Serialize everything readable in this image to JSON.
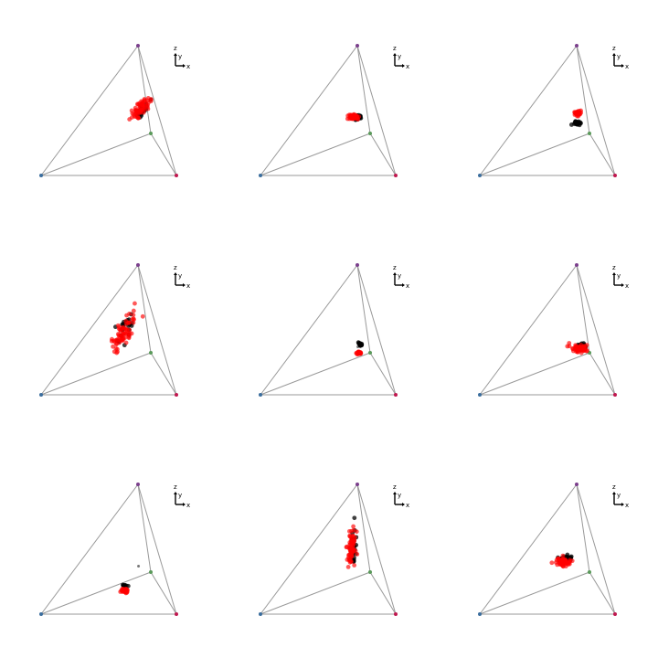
{
  "chart_data": {
    "type": "scatter",
    "layout": {
      "rows": 3,
      "cols": 3
    },
    "triad_labels": {
      "z": "z",
      "y": "y",
      "x": "x"
    },
    "vertex_colors": {
      "left": "#3b6e9e",
      "top": "#7b3f8c",
      "right": "#c0184f",
      "inner": "#5a9a5a"
    },
    "edge_color": "#999999",
    "series_colors": {
      "red": "#ff0000",
      "black": "#000000"
    },
    "panels": [
      {
        "red": {
          "center": [
            0.74,
            0.48
          ],
          "spread": [
            0.02,
            0.1
          ],
          "tilt": 0.7,
          "count": 60
        },
        "black": {
          "center": [
            0.75,
            0.5
          ],
          "spread": [
            0.015,
            0.08
          ],
          "tilt": 0.7,
          "count": 20
        },
        "grey_dot": [
          0.72,
          0.5
        ]
      },
      {
        "red": {
          "center": [
            0.69,
            0.55
          ],
          "spread": [
            0.02,
            0.025
          ],
          "tilt": 0.0,
          "count": 50
        },
        "black": {
          "center": [
            0.72,
            0.55
          ],
          "spread": [
            0.015,
            0.02
          ],
          "tilt": 0.0,
          "count": 30
        }
      },
      {
        "red": {
          "center": [
            0.72,
            0.52
          ],
          "spread": [
            0.01,
            0.02
          ],
          "tilt": 0.0,
          "count": 40
        },
        "black": {
          "center": [
            0.72,
            0.6
          ],
          "spread": [
            0.012,
            0.015
          ],
          "tilt": 0.0,
          "count": 30
        }
      },
      {
        "red": {
          "center": [
            0.61,
            0.52
          ],
          "spread": [
            0.03,
            0.14
          ],
          "tilt": 0.5,
          "count": 70
        },
        "black": {
          "center": [
            0.62,
            0.5
          ],
          "spread": [
            0.025,
            0.12
          ],
          "tilt": 0.5,
          "count": 25
        }
      },
      {
        "red": {
          "center": [
            0.73,
            0.68
          ],
          "spread": [
            0.01,
            0.02
          ],
          "tilt": 0.0,
          "count": 25
        },
        "black": {
          "center": [
            0.74,
            0.61
          ],
          "spread": [
            0.008,
            0.015
          ],
          "tilt": 0.0,
          "count": 15
        },
        "grey_dot": [
          0.72,
          0.63
        ]
      },
      {
        "red": {
          "center": [
            0.74,
            0.64
          ],
          "spread": [
            0.035,
            0.03
          ],
          "tilt": 0.0,
          "count": 55
        },
        "black": {
          "center": [
            0.75,
            0.62
          ],
          "spread": [
            0.02,
            0.02
          ],
          "tilt": 0.0,
          "count": 30
        }
      },
      {
        "red": {
          "center": [
            0.62,
            0.82
          ],
          "spread": [
            0.012,
            0.015
          ],
          "tilt": 0.0,
          "count": 40
        },
        "black": {
          "center": [
            0.62,
            0.78
          ],
          "spread": [
            0.01,
            0.01
          ],
          "tilt": 0.0,
          "count": 10
        },
        "grey_dot": [
          0.72,
          0.63
        ]
      },
      {
        "red": {
          "center": [
            0.67,
            0.48
          ],
          "spread": [
            0.015,
            0.14
          ],
          "tilt": 0.05,
          "count": 70
        },
        "black": {
          "center": [
            0.69,
            0.5
          ],
          "spread": [
            0.012,
            0.12
          ],
          "tilt": 0.05,
          "count": 25
        }
      },
      {
        "red": {
          "center": [
            0.62,
            0.6
          ],
          "spread": [
            0.03,
            0.035
          ],
          "tilt": 0.0,
          "count": 60
        },
        "black": {
          "center": [
            0.63,
            0.57
          ],
          "spread": [
            0.025,
            0.03
          ],
          "tilt": 0.0,
          "count": 35
        }
      }
    ]
  }
}
